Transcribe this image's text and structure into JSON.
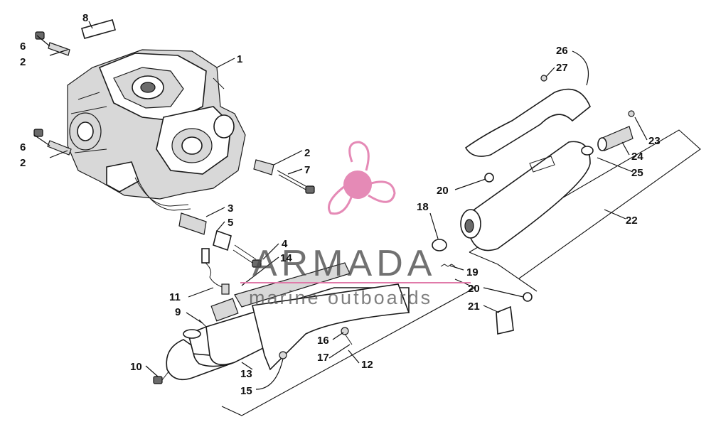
{
  "watermark": {
    "brand": "ARMADA",
    "tagline": "marine outboards",
    "logo_color": "#e58ab6",
    "line_color": "#e07aa9"
  },
  "callouts": [
    {
      "id": "c1",
      "label": "1"
    },
    {
      "id": "c2a",
      "label": "2"
    },
    {
      "id": "c2b",
      "label": "2"
    },
    {
      "id": "c2c",
      "label": "2"
    },
    {
      "id": "c3",
      "label": "3"
    },
    {
      "id": "c4",
      "label": "4"
    },
    {
      "id": "c5",
      "label": "5"
    },
    {
      "id": "c6a",
      "label": "6"
    },
    {
      "id": "c6b",
      "label": "6"
    },
    {
      "id": "c7",
      "label": "7"
    },
    {
      "id": "c8",
      "label": "8"
    },
    {
      "id": "c9",
      "label": "9"
    },
    {
      "id": "c10",
      "label": "10"
    },
    {
      "id": "c11",
      "label": "11"
    },
    {
      "id": "c12",
      "label": "12"
    },
    {
      "id": "c13",
      "label": "13"
    },
    {
      "id": "c14",
      "label": "14"
    },
    {
      "id": "c15",
      "label": "15"
    },
    {
      "id": "c16",
      "label": "16"
    },
    {
      "id": "c17",
      "label": "17"
    },
    {
      "id": "c18",
      "label": "18"
    },
    {
      "id": "c19",
      "label": "19"
    },
    {
      "id": "c20a",
      "label": "20"
    },
    {
      "id": "c20b",
      "label": "20"
    },
    {
      "id": "c21",
      "label": "21"
    },
    {
      "id": "c22",
      "label": "22"
    },
    {
      "id": "c23",
      "label": "23"
    },
    {
      "id": "c24",
      "label": "24"
    },
    {
      "id": "c25",
      "label": "25"
    },
    {
      "id": "c26",
      "label": "26"
    },
    {
      "id": "c27",
      "label": "27"
    }
  ]
}
